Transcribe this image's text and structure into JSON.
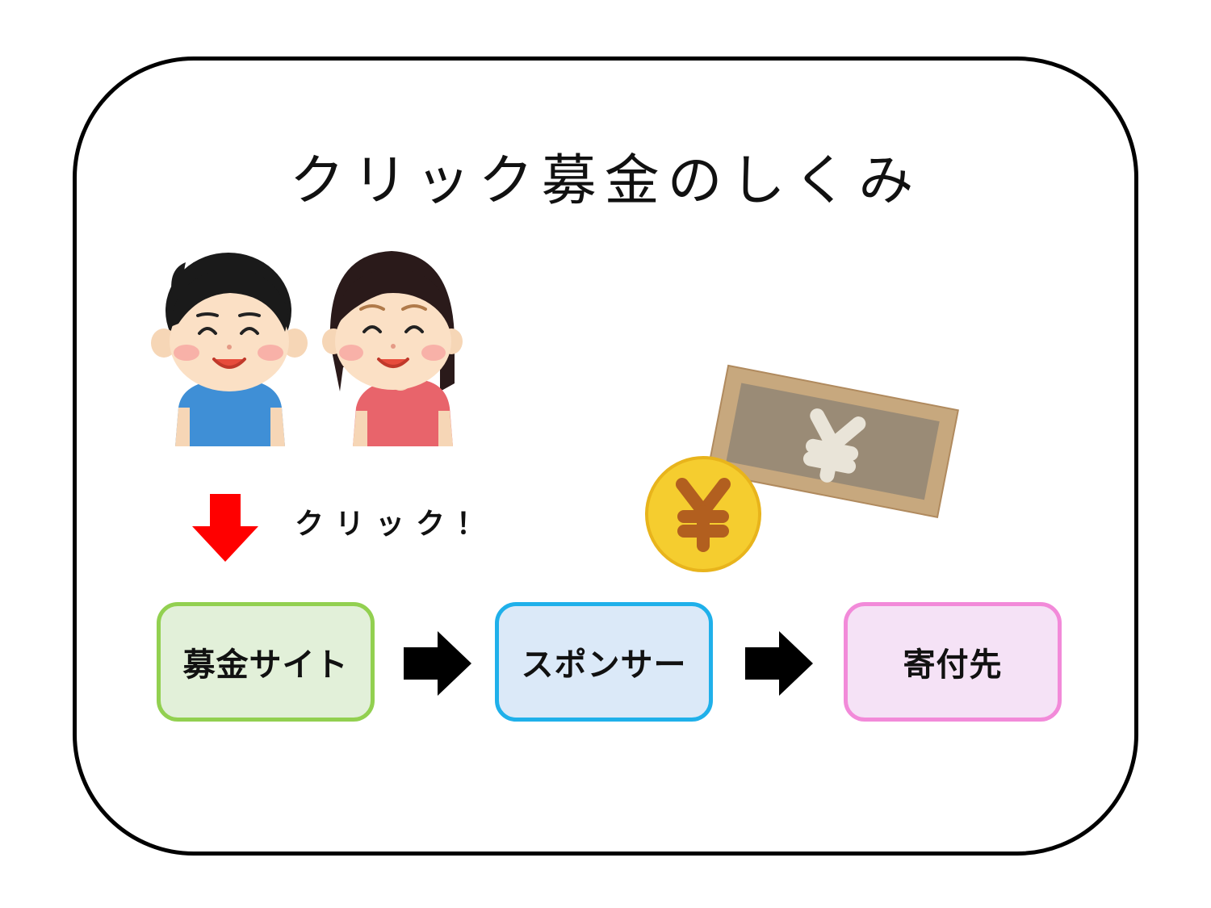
{
  "title": "クリック募金のしくみ",
  "click_label": "クリック！",
  "boxes": [
    {
      "label": "募金サイト"
    },
    {
      "label": "スポンサー"
    },
    {
      "label": "寄付先"
    }
  ],
  "colors": {
    "box1_border": "#92d050",
    "box1_fill": "#e2f0d9",
    "box2_border": "#1fb0ea",
    "box2_fill": "#dbe9f8",
    "box3_border": "#f28ad9",
    "box3_fill": "#f5e2f6",
    "down_arrow": "#ff0000",
    "flow_arrow": "#000000"
  },
  "icons": [
    "boy-icon",
    "girl-icon",
    "banknote-yen-icon",
    "coin-yen-icon",
    "down-arrow-icon",
    "right-arrow-icon"
  ]
}
